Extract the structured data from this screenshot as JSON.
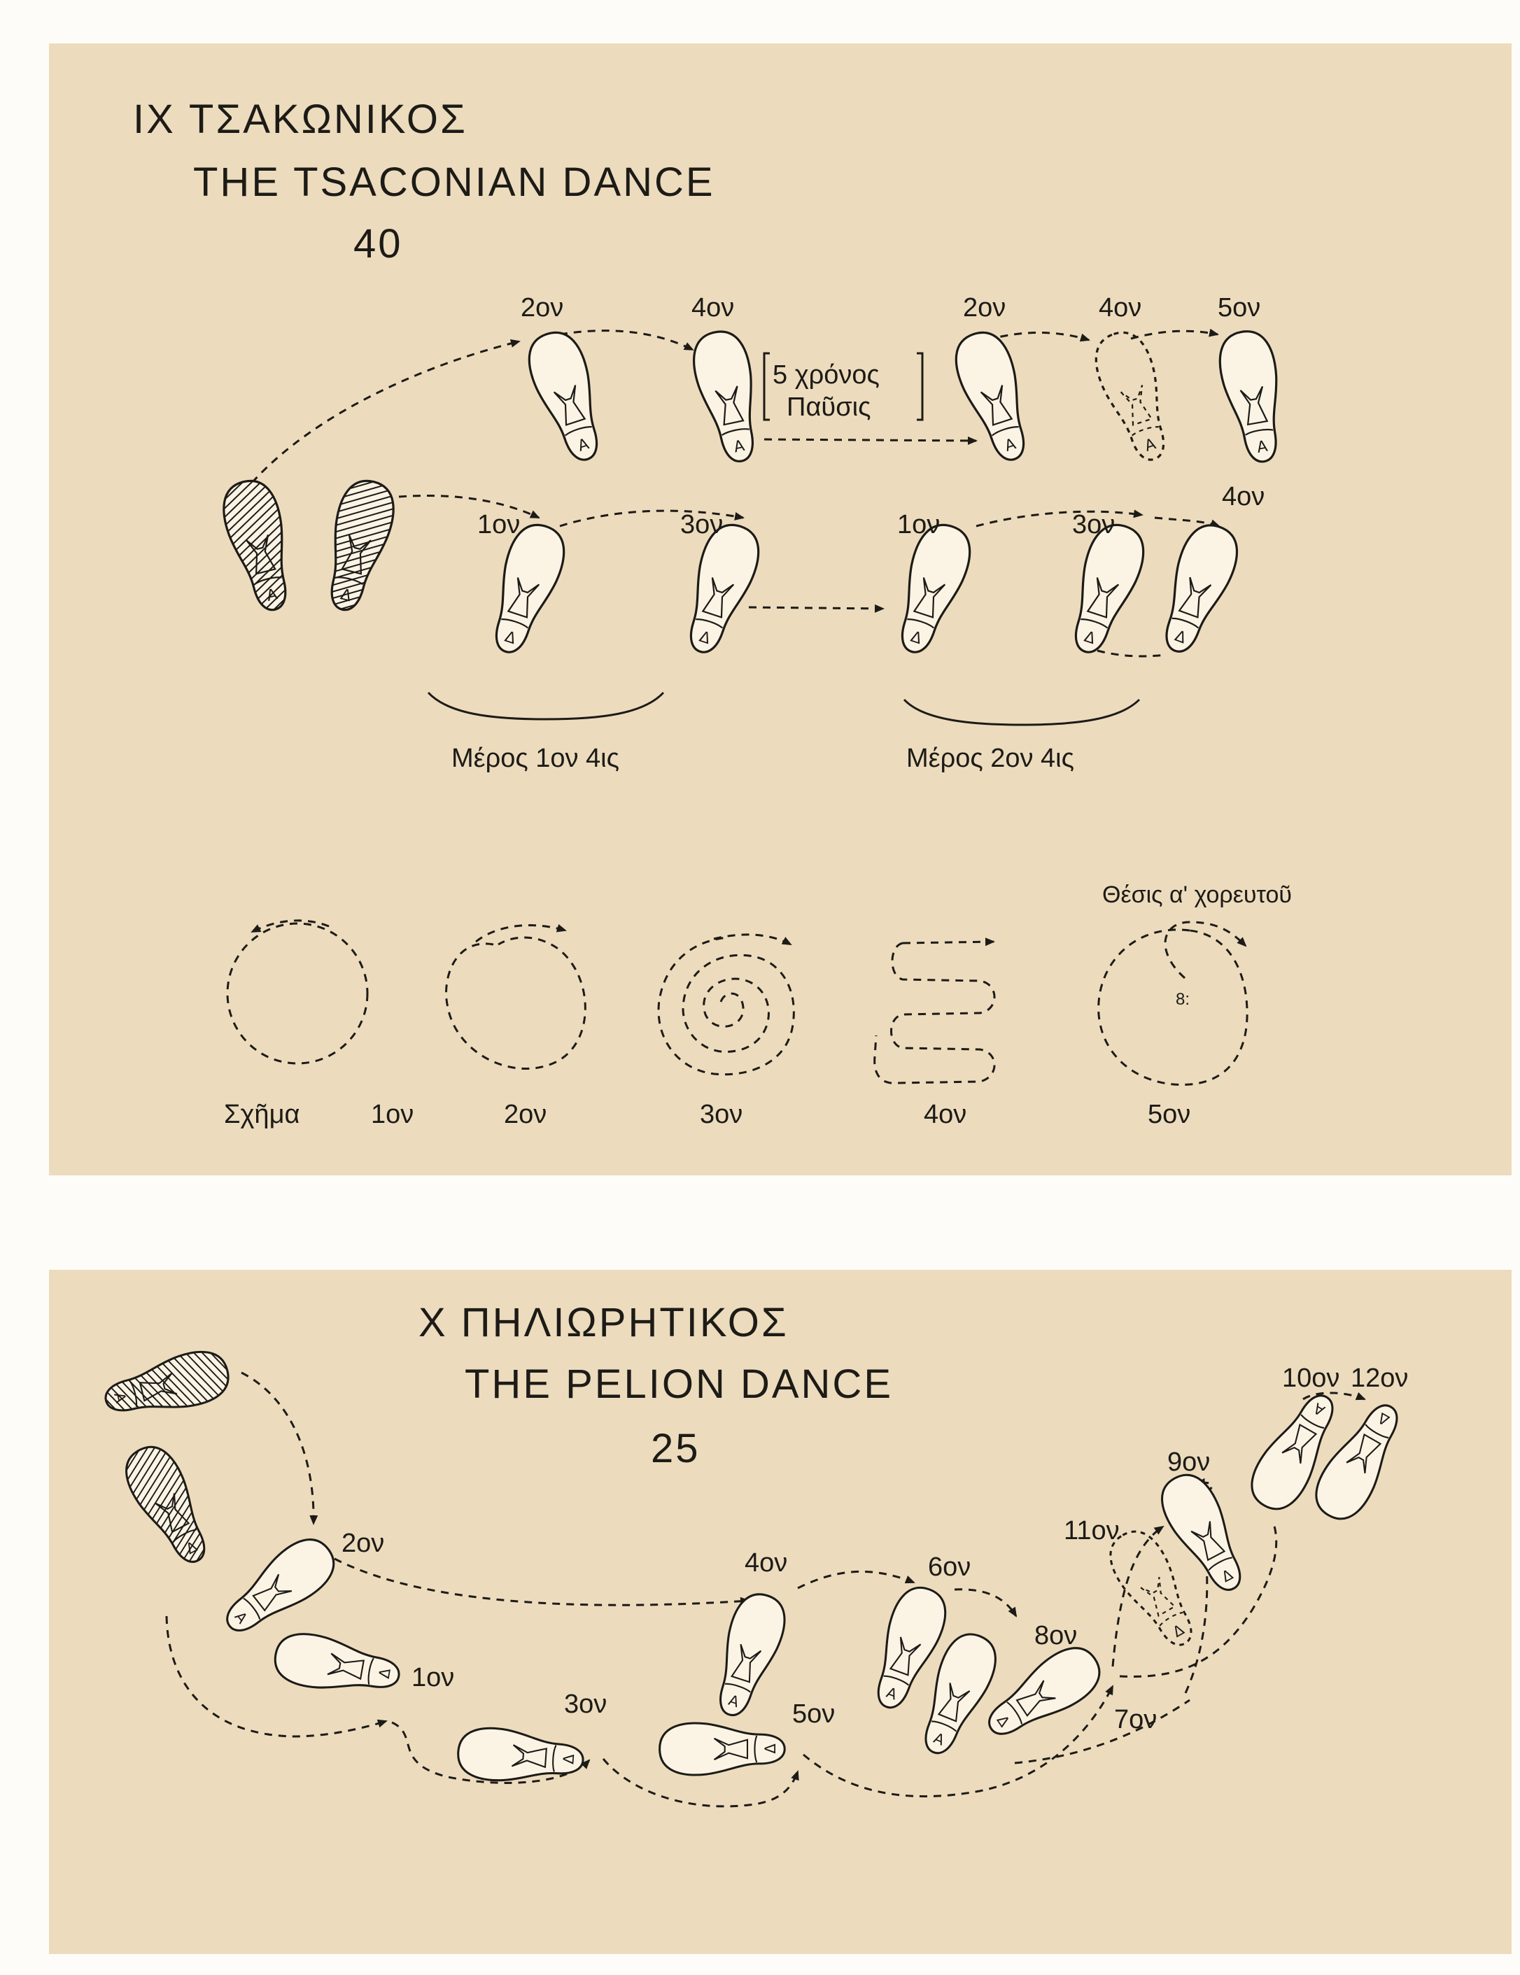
{
  "tsaconian": {
    "title_gr": "IX ΤΣΑΚΩΝΙΚΟΣ",
    "title_en": "THE TSACONIAN DANCE",
    "number": "40",
    "step_labels_top": [
      "2ον",
      "4ον",
      "2ον",
      "4ον",
      "5ον"
    ],
    "step_labels_bottom": [
      "1ον",
      "3ον",
      "1ον",
      "3ον",
      "4ον"
    ],
    "pause_line1": "5 χρόνος",
    "pause_line2": "Παῦσις",
    "part1": "Μέρος 1ον 4ις",
    "part2": "Μέρος 2ον 4ις",
    "dancer_position": "Θέσις α' χορευτοῦ",
    "figure_word": "Σχῆμα",
    "figure_labels": [
      "1ον",
      "2ον",
      "3ον",
      "4ον",
      "5ον"
    ],
    "shoe_letter_left": "Δ",
    "shoe_letter_right": "A"
  },
  "pelion": {
    "title_gr": "X ΠΗΛΙΩΡΗΤΙΚΟΣ",
    "title_en": "THE PELION DANCE",
    "number": "25",
    "step_labels": [
      "1ον",
      "2ον",
      "3ον",
      "4ον",
      "5ον",
      "6ον",
      "7ον",
      "8ον",
      "9ον",
      "10ον",
      "11ον",
      "12ον"
    ],
    "shoe_letter_left": "Δ",
    "shoe_letter_right": "A"
  }
}
